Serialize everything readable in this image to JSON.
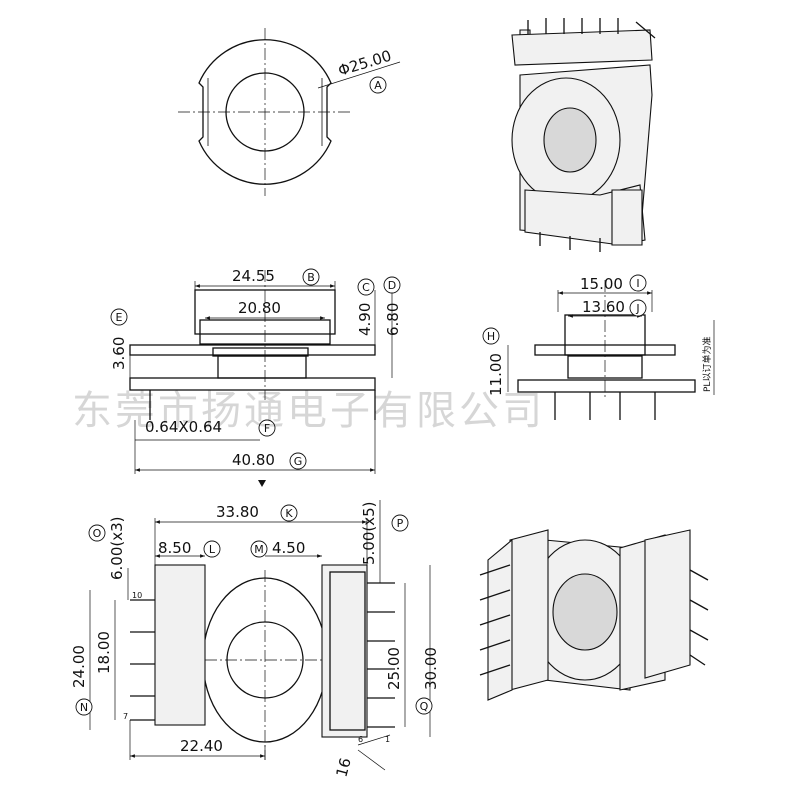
{
  "watermark": "东莞市扬通电子有限公司",
  "note": "PL以订单为准",
  "dimensions": {
    "A": "Φ25.00",
    "B": "24.55",
    "b_inner": "20.80",
    "C": "4.90",
    "D": "6.80",
    "E": "3.60",
    "F": "0.64X0.64",
    "G": "40.80",
    "H": "11.00",
    "I": "15.00",
    "J": "13.60",
    "K": "33.80",
    "L": "8.50",
    "M": "4.50",
    "N": "24.00",
    "n_inner": "18.00",
    "O": "6.00(x3)",
    "P": "5.00(x5)",
    "Q": "30.00",
    "q_inner": "25.00",
    "bottom": "22.40",
    "pin_gap": "16"
  },
  "pin_labels": {
    "p10": "10",
    "p7": "7",
    "p6": "6",
    "p1": "1"
  },
  "reference_tags": [
    "A",
    "B",
    "C",
    "D",
    "E",
    "F",
    "G",
    "H",
    "I",
    "J",
    "K",
    "L",
    "M",
    "N",
    "O",
    "P",
    "Q"
  ]
}
